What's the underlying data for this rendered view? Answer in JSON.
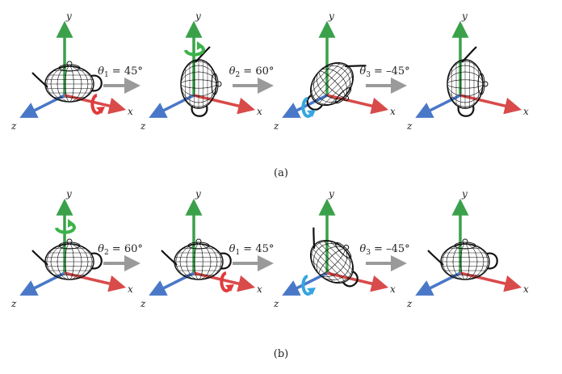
{
  "axis_labels": {
    "x": "x",
    "y": "y",
    "z": "z"
  },
  "colors": {
    "x_axis": "#d94a4a",
    "y_axis": "#3aa14a",
    "z_axis": "#4a78c8",
    "rot_x": "#e23a3a",
    "rot_y": "#3cb34a",
    "rot_z": "#35a6e0",
    "step_arrow": "#9a9a9a",
    "wire": "#111111"
  },
  "rows": [
    {
      "caption": "(a)",
      "steps": [
        {
          "sub": "1",
          "value": "= 45°",
          "rotation_axis": "x"
        },
        {
          "sub": "2",
          "value": "= 60°",
          "rotation_axis": "y"
        },
        {
          "sub": "3",
          "value": "= –45°",
          "rotation_axis": "z"
        }
      ]
    },
    {
      "caption": "(b)",
      "steps": [
        {
          "sub": "2",
          "value": "= 60°",
          "rotation_axis": "y"
        },
        {
          "sub": "1",
          "value": "= 45°",
          "rotation_axis": "x"
        },
        {
          "sub": "3",
          "value": "= –45°",
          "rotation_axis": "z"
        }
      ]
    }
  ],
  "equation_symbol": "θ"
}
